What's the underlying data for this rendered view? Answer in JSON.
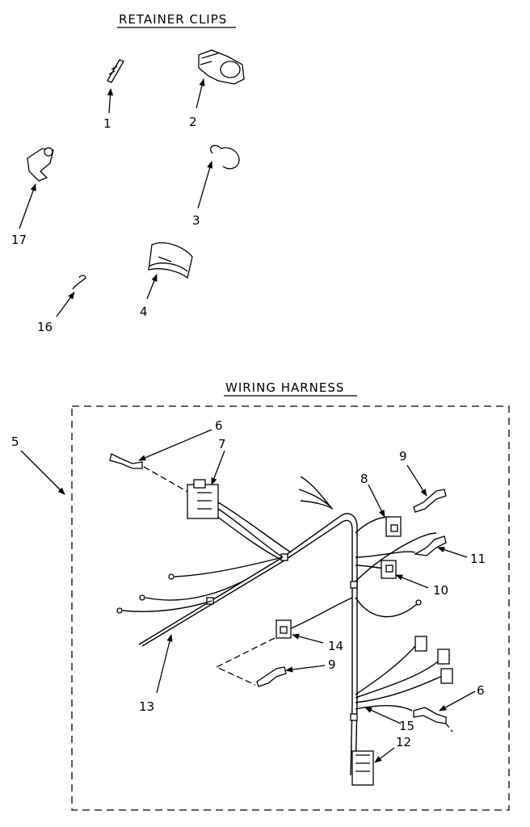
{
  "headings": {
    "retainer_clips": "RETAINER CLIPS",
    "wiring_harness": "WIRING HARNESS"
  },
  "callouts": {
    "c1": "1",
    "c2": "2",
    "c3": "3",
    "c4": "4",
    "c16": "16",
    "c17": "17",
    "c5": "5",
    "c6a": "6",
    "c7": "7",
    "c8": "8",
    "c9a": "9",
    "c11": "11",
    "c10": "10",
    "c14": "14",
    "c9b": "9",
    "c13": "13",
    "c6b": "6",
    "c15": "15",
    "c12": "12"
  }
}
